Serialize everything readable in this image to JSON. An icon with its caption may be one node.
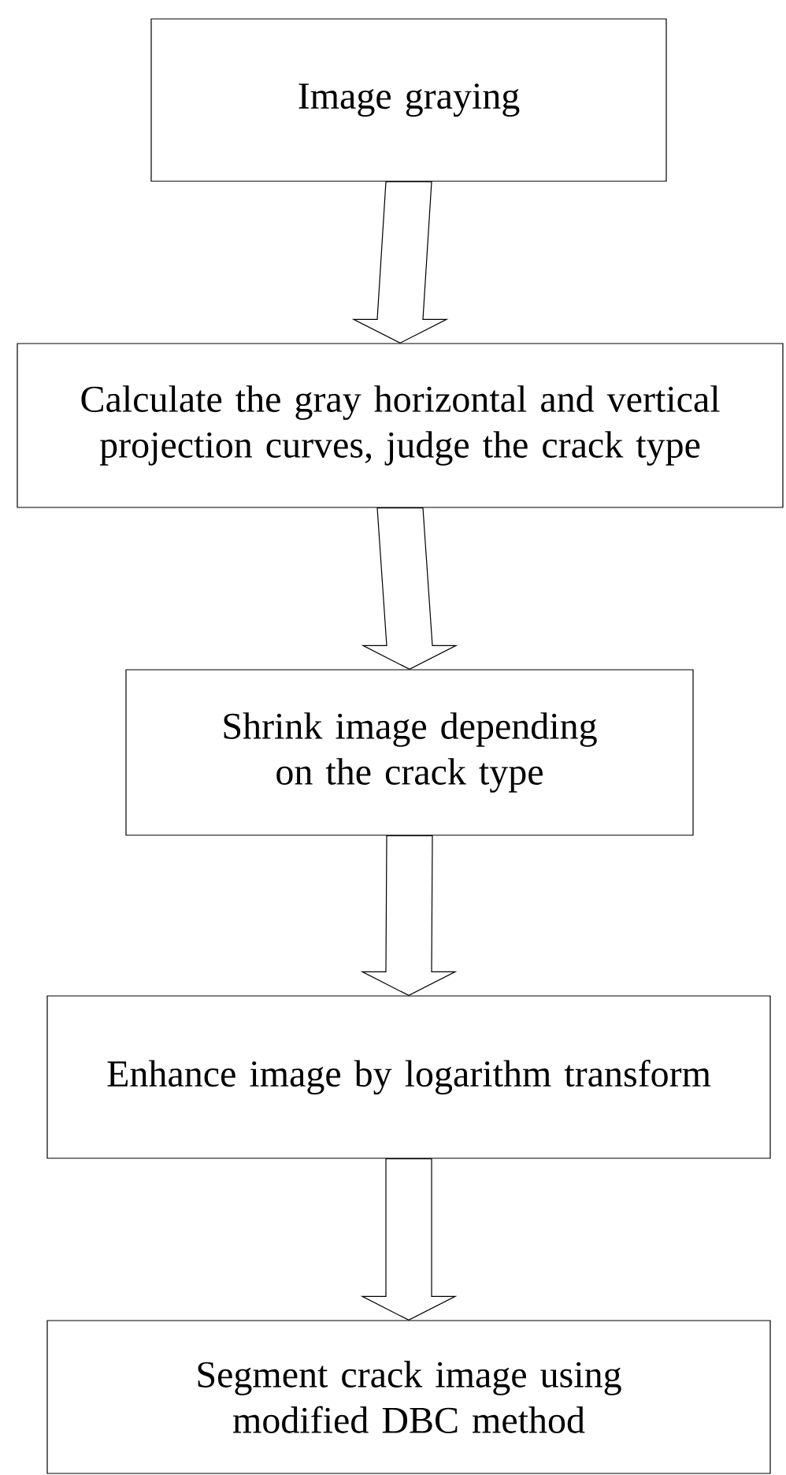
{
  "diagram": {
    "nodes": [
      {
        "text": [
          "Image graying"
        ]
      },
      {
        "text": [
          "Calculate the gray horizontal and vertical projection curves, judge the crack type"
        ]
      },
      {
        "text": [
          "Shrink image depending on the crack type"
        ]
      },
      {
        "text": [
          "Enhance image by logarithm transform"
        ]
      },
      {
        "text": [
          "Segment crack image using modified DBC method"
        ]
      }
    ],
    "edges": [
      {
        "from": 0,
        "to": 1,
        "arrow": "to"
      },
      {
        "from": 1,
        "to": 2,
        "arrow": "to"
      },
      {
        "from": 2,
        "to": 3,
        "arrow": "to"
      },
      {
        "from": 3,
        "to": 4,
        "arrow": "to"
      }
    ]
  }
}
